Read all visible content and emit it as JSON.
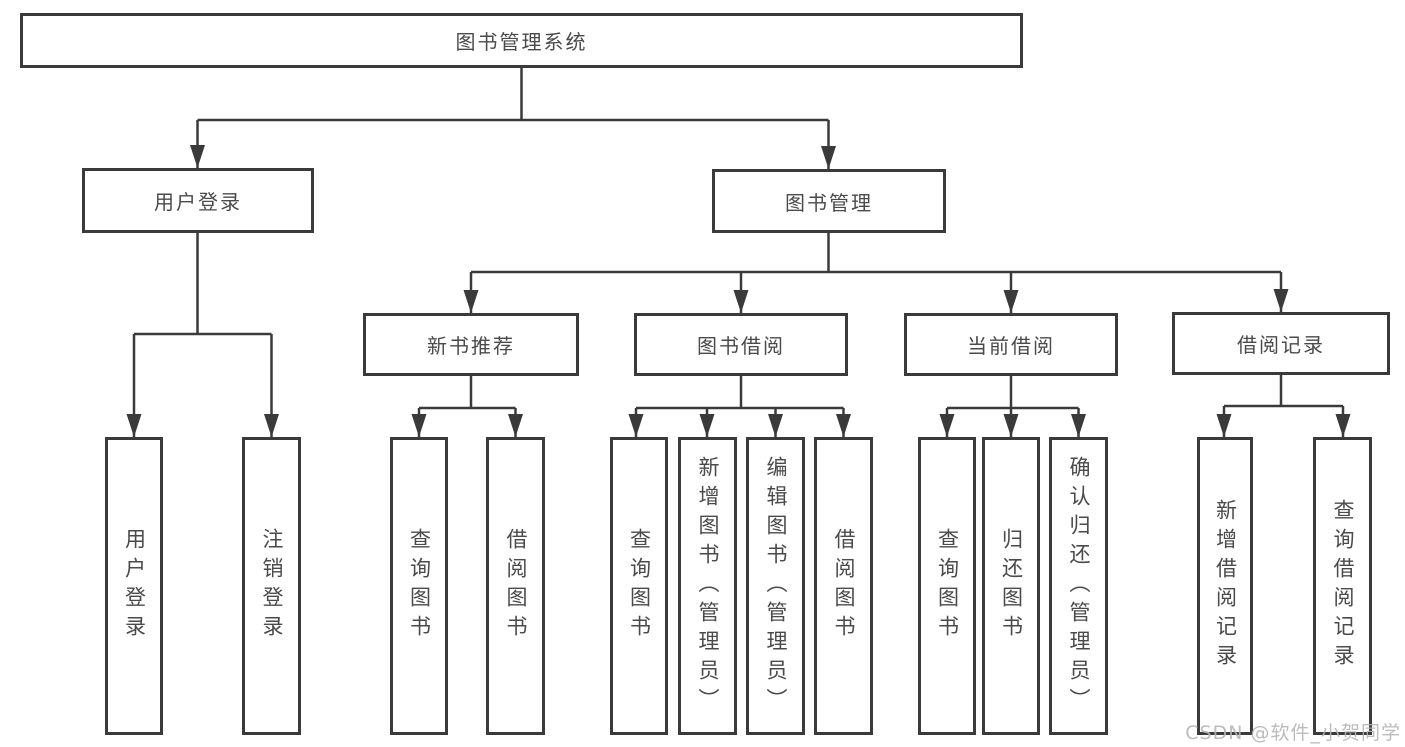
{
  "diagram": {
    "root": {
      "label": "图书管理系统"
    },
    "level2": [
      {
        "label": "用户登录"
      },
      {
        "label": "图书管理"
      }
    ],
    "level3": [
      {
        "label": "新书推荐"
      },
      {
        "label": "图书借阅"
      },
      {
        "label": "当前借阅"
      },
      {
        "label": "借阅记录"
      }
    ],
    "leaves": {
      "user_login": [
        "用户登录",
        "注销登录"
      ],
      "new_book_recommend": [
        "查询图书",
        "借阅图书"
      ],
      "book_borrowing": [
        "查询图书",
        "新增图书（管理员）",
        "编辑图书（管理员）",
        "借阅图书"
      ],
      "current_borrowing": [
        "查询图书",
        "归还图书",
        "确认归还（管理员）"
      ],
      "borrowing_records": [
        "新增借阅记录",
        "查询借阅记录"
      ]
    },
    "colors": {
      "line": "#3a3a3a",
      "box_border": "#3a3a3a",
      "text": "#4a4a4a",
      "background": "#ffffff",
      "watermark": "#b5b5b5"
    }
  },
  "watermark": {
    "text": "CSDN @软件_小贺同学"
  }
}
